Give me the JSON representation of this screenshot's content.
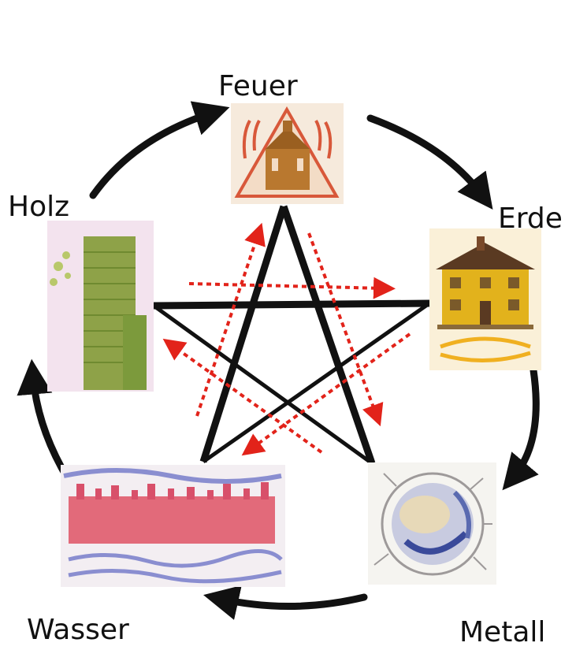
{
  "elements": [
    {
      "name": "Feuer",
      "color": "#d8583a"
    },
    {
      "name": "Erde",
      "color": "#e2b21c"
    },
    {
      "name": "Metall",
      "color": "#7a86b8"
    },
    {
      "name": "Wasser",
      "color": "#d8506a"
    },
    {
      "name": "Holz",
      "color": "#7c9a3c"
    }
  ],
  "colors": {
    "cycle_arrow": "#111111",
    "control_arrow": "#e2231a",
    "pentagram": "#111111"
  }
}
